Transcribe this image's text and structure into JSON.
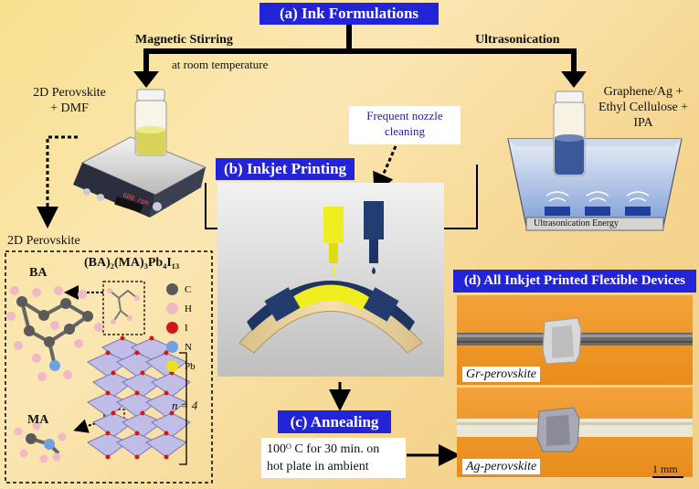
{
  "sections": {
    "ink": "(a) Ink Formulations",
    "inkjet": "(b) Inkjet Printing",
    "annealing": "(c) Annealing",
    "devices": "(d) All Inkjet Printed Flexible Devices"
  },
  "labels": {
    "magnetic_stirring": "Magnetic Stirring",
    "room_temp": "at room temperature",
    "ultrasonication": "Ultrasonication",
    "perovskite_dmf_1": "2D Perovskite",
    "perovskite_dmf_2": "+ DMF",
    "graphene_1": "Graphene/Ag +",
    "graphene_2": "Ethyl Cellulose +",
    "graphene_3": "IPA",
    "nozzle_1": "Frequent nozzle",
    "nozzle_2": "cleaning",
    "ultrasonication_energy": "Ultrasonication Energy",
    "two_d_perovskite": "2D Perovskite",
    "formula": "(BA)₂(MA)₃Pb₄I₁₃",
    "ba": "BA",
    "ma": "MA",
    "n_equals": "n = 4",
    "annealing_1": "100ᴼ C for 30 min. on",
    "annealing_2": "hot plate in ambient",
    "gr_perovskite": "Gr-perovskite",
    "ag_perovskite": "Ag-perovskite",
    "scale": "1 mm",
    "hotplate_display": "600 rpm"
  },
  "legend": [
    {
      "symbol": "C",
      "color": "#5a5a5a"
    },
    {
      "symbol": "H",
      "color": "#f1b8c8"
    },
    {
      "symbol": "I",
      "color": "#d01818"
    },
    {
      "symbol": "N",
      "color": "#6fa0e0"
    },
    {
      "symbol": "Pb",
      "color": "#e8e020"
    }
  ]
}
